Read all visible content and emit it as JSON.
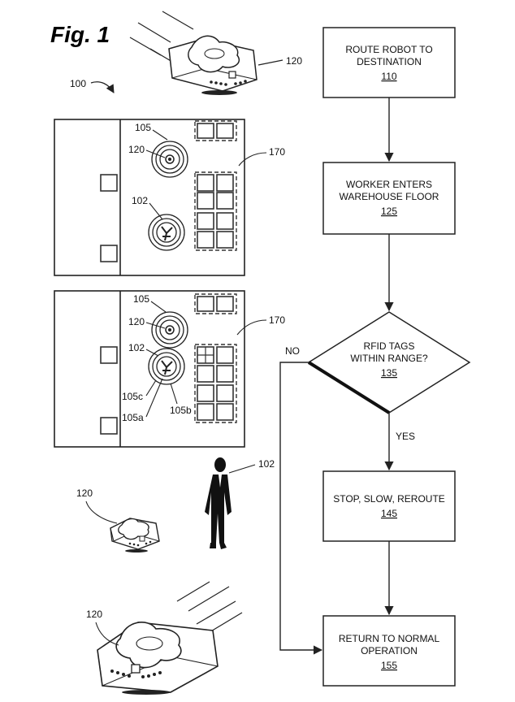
{
  "figure": {
    "title": "Fig. 1",
    "system_ref": "100"
  },
  "labels": {
    "robot": "120",
    "zone": "105",
    "zone_inner": "105a",
    "zone_middle": "105b",
    "zone_outer": "105c",
    "worker": "102",
    "shelving": "170"
  },
  "flow": {
    "box1": {
      "line1": "ROUTE ROBOT TO",
      "line2": "DESTINATION",
      "ref": "110"
    },
    "box2": {
      "line1": "WORKER ENTERS",
      "line2": "WAREHOUSE FLOOR",
      "ref": "125"
    },
    "decision": {
      "line1": "RFID TAGS",
      "line2": "WITHIN RANGE?",
      "ref": "135"
    },
    "box3": {
      "line1": "STOP, SLOW, REROUTE",
      "ref": "145"
    },
    "box4": {
      "line1": "RETURN TO NORMAL",
      "line2": "OPERATION",
      "ref": "155"
    },
    "yes_label": "YES",
    "no_label": "NO"
  },
  "colors": {
    "ink": "#222222",
    "paper": "#ffffff"
  }
}
